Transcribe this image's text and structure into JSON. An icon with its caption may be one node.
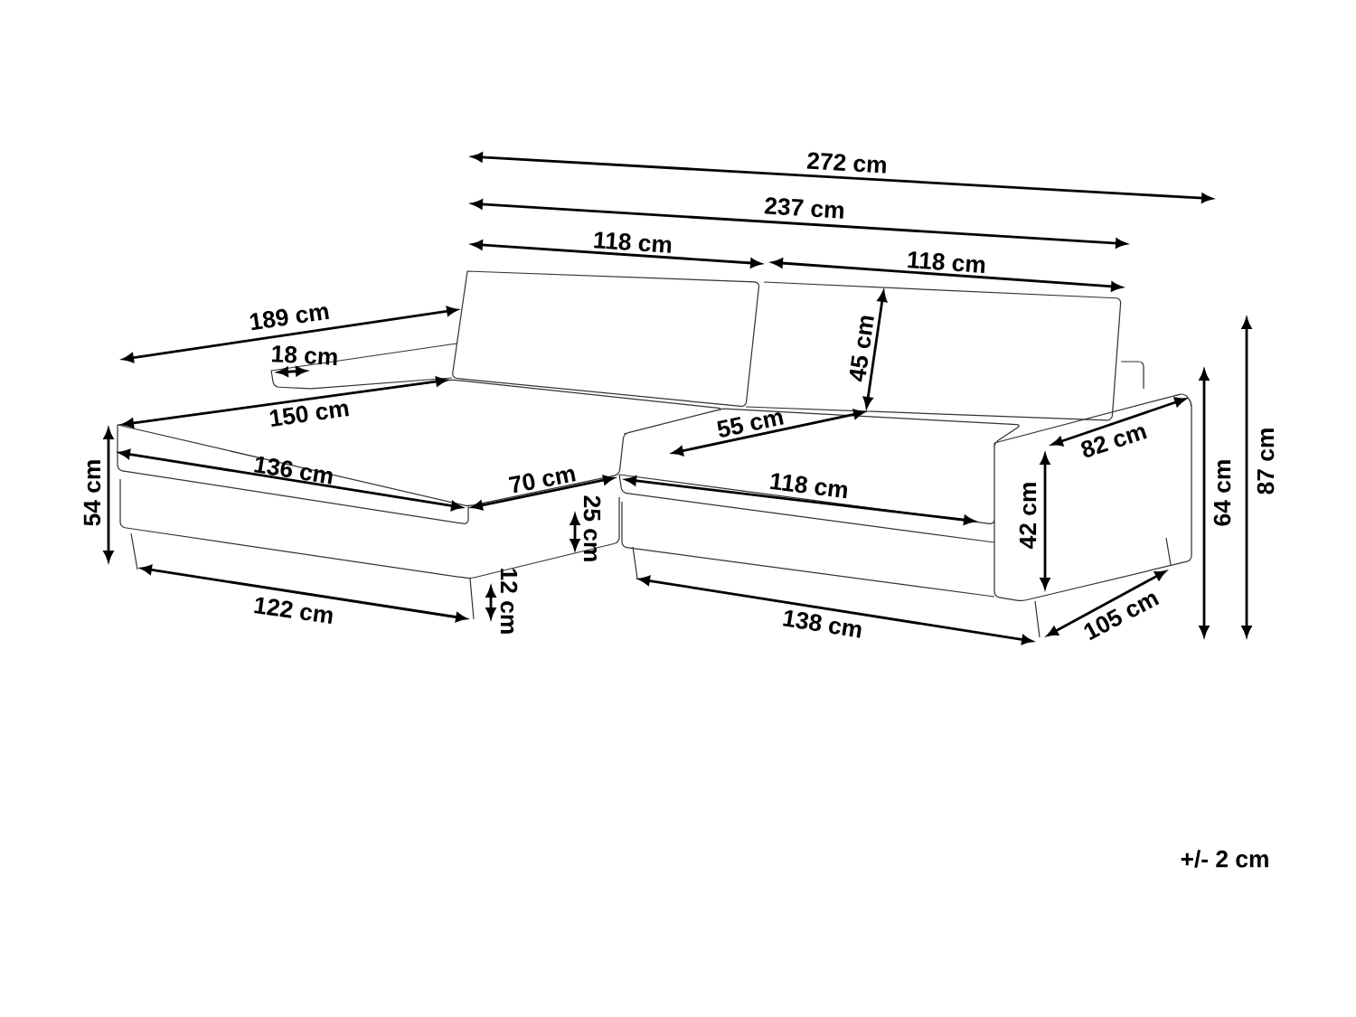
{
  "diagram": {
    "labels": [
      "272 cm",
      "237 cm",
      "118 cm",
      "118 cm",
      "189 cm",
      "45 cm",
      "18 cm",
      "87 cm",
      "150 cm",
      "64 cm",
      "55 cm",
      "82 cm",
      "54 cm",
      "136 cm",
      "70 cm",
      "118 cm",
      "25 cm",
      "42 cm",
      "12 cm",
      "122 cm",
      "138 cm",
      "105 cm",
      "+/- 2 cm"
    ]
  }
}
